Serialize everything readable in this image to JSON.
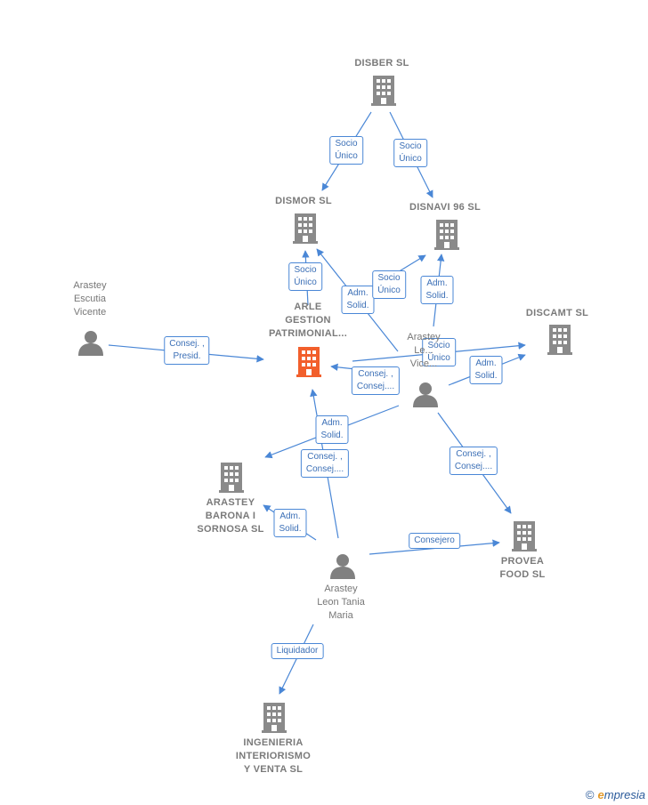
{
  "colors": {
    "edge": "#4a87d6",
    "company_icon": "#8a8a8a",
    "person_icon": "#808080",
    "main_company_icon": "#f25f2c",
    "label_text": "#777777"
  },
  "nodes": [
    {
      "id": "disber",
      "kind": "company",
      "label": "DISBER  SL"
    },
    {
      "id": "dismor",
      "kind": "company",
      "label": "DISMOR  SL"
    },
    {
      "id": "disnavi",
      "kind": "company",
      "label": "DISNAVI 96  SL"
    },
    {
      "id": "arle",
      "kind": "company",
      "main": true,
      "label": "ARLE\nGESTION\nPATRIMONIAL..."
    },
    {
      "id": "discamt",
      "kind": "company",
      "label": "DISCAMT  SL"
    },
    {
      "id": "arastey_escutia",
      "kind": "person",
      "label": "Arastey\nEscutia\nVicente"
    },
    {
      "id": "arastey_leon_vicente",
      "kind": "person",
      "label": "Arastey\nLe...\nVice..."
    },
    {
      "id": "arastey_barona",
      "kind": "company",
      "label": "ARASTEY\nBARONA I\nSORNOSA  SL"
    },
    {
      "id": "provea",
      "kind": "company",
      "label": "PROVEA\nFOOD  SL"
    },
    {
      "id": "arastey_leon_tania",
      "kind": "person",
      "label": "Arastey\nLeon Tania\nMaria"
    },
    {
      "id": "ingenieria",
      "kind": "company",
      "label": "INGENIERIA\nINTERIORISMO\nY VENTA  SL"
    }
  ],
  "edges": [
    {
      "from": "disber",
      "to": "dismor",
      "label": "Socio\nÚnico"
    },
    {
      "from": "disber",
      "to": "disnavi",
      "label": "Socio\nÚnico"
    },
    {
      "from": "arle",
      "to": "dismor",
      "label": "Socio\nÚnico"
    },
    {
      "from": "arastey_leon_vicente",
      "to": "dismor",
      "label": "Adm.\nSolid."
    },
    {
      "from": "arle",
      "to": "disnavi",
      "label": "Socio\nÚnico"
    },
    {
      "from": "arastey_leon_vicente",
      "to": "disnavi",
      "label": "Adm.\nSolid."
    },
    {
      "from": "arastey_escutia",
      "to": "arle",
      "label": "Consej. ,\nPresid."
    },
    {
      "from": "arle",
      "to": "discamt",
      "label": "Socio\nÚnico"
    },
    {
      "from": "arastey_leon_vicente",
      "to": "discamt",
      "label": "Adm.\nSolid."
    },
    {
      "from": "arastey_leon_vicente",
      "to": "arle",
      "label": "Consej. ,\nConsej...."
    },
    {
      "from": "arastey_leon_vicente",
      "to": "arastey_barona",
      "label": "Adm.\nSolid."
    },
    {
      "from": "arastey_leon_tania",
      "to": "arle",
      "label": "Consej. ,\nConsej...."
    },
    {
      "from": "arastey_leon_vicente",
      "to": "provea",
      "label": "Consej. ,\nConsej...."
    },
    {
      "from": "arastey_leon_tania",
      "to": "arastey_barona",
      "label": "Adm.\nSolid."
    },
    {
      "from": "arastey_leon_tania",
      "to": "provea",
      "label": "Consejero"
    },
    {
      "from": "arastey_leon_tania",
      "to": "ingenieria",
      "label": "Liquidador"
    }
  ],
  "footer": {
    "copyright": "©",
    "brand_initial": "e",
    "brand_rest": "mpresia"
  }
}
